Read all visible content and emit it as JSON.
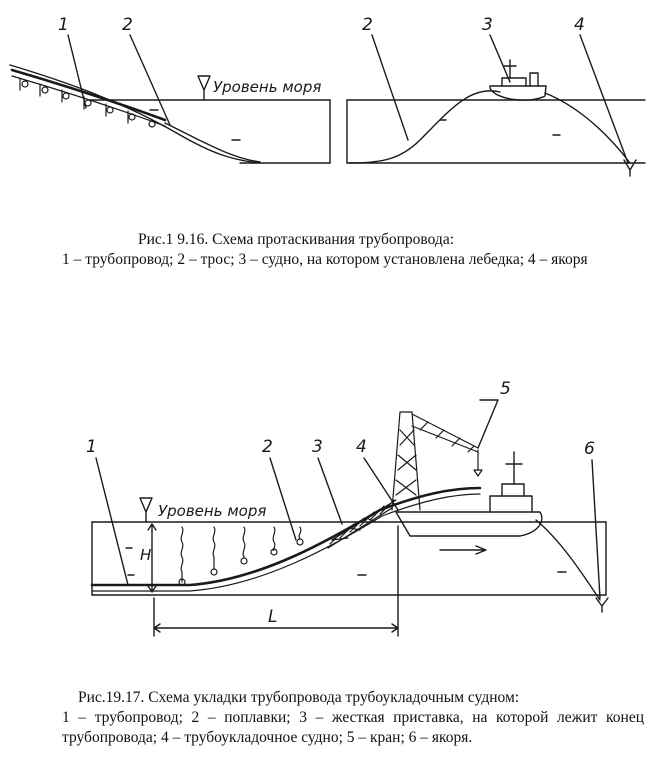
{
  "figure1": {
    "labels": [
      "1",
      "2",
      "2",
      "3",
      "4"
    ],
    "sea_level": "Уровень моря",
    "caption_title": "Рис.1 9.16. Схема протаскивания трубопровода:",
    "caption_body": "1 – трубопровод; 2 – трос; 3 – судно, на котором установлена лебедка; 4 – якоря"
  },
  "figure2": {
    "labels": [
      "1",
      "2",
      "3",
      "4",
      "5",
      "6"
    ],
    "sea_level": "Уровень моря",
    "depth_label": "H",
    "length_label": "L",
    "caption_title": "Рис.19.17. Схема укладки трубопровода трубоукладочным судном:",
    "caption_body": "1 – трубопровод; 2 – поплавки; 3 – жесткая приставка, на которой лежит конец трубопровода; 4 – трубоукладочное судно; 5 – кран; 6 – якоря."
  }
}
